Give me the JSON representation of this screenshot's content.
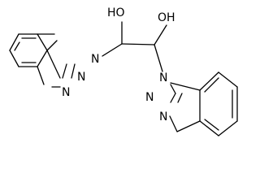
{
  "structure": {
    "atoms": {
      "hydroxyl_left": "HO",
      "hydroxyl_right": "OH",
      "ring_left": {
        "n1": "N",
        "n2": "N",
        "n3": "N"
      },
      "ring_right": {
        "n1": "N",
        "n2": "N",
        "n3": "N"
      }
    }
  }
}
